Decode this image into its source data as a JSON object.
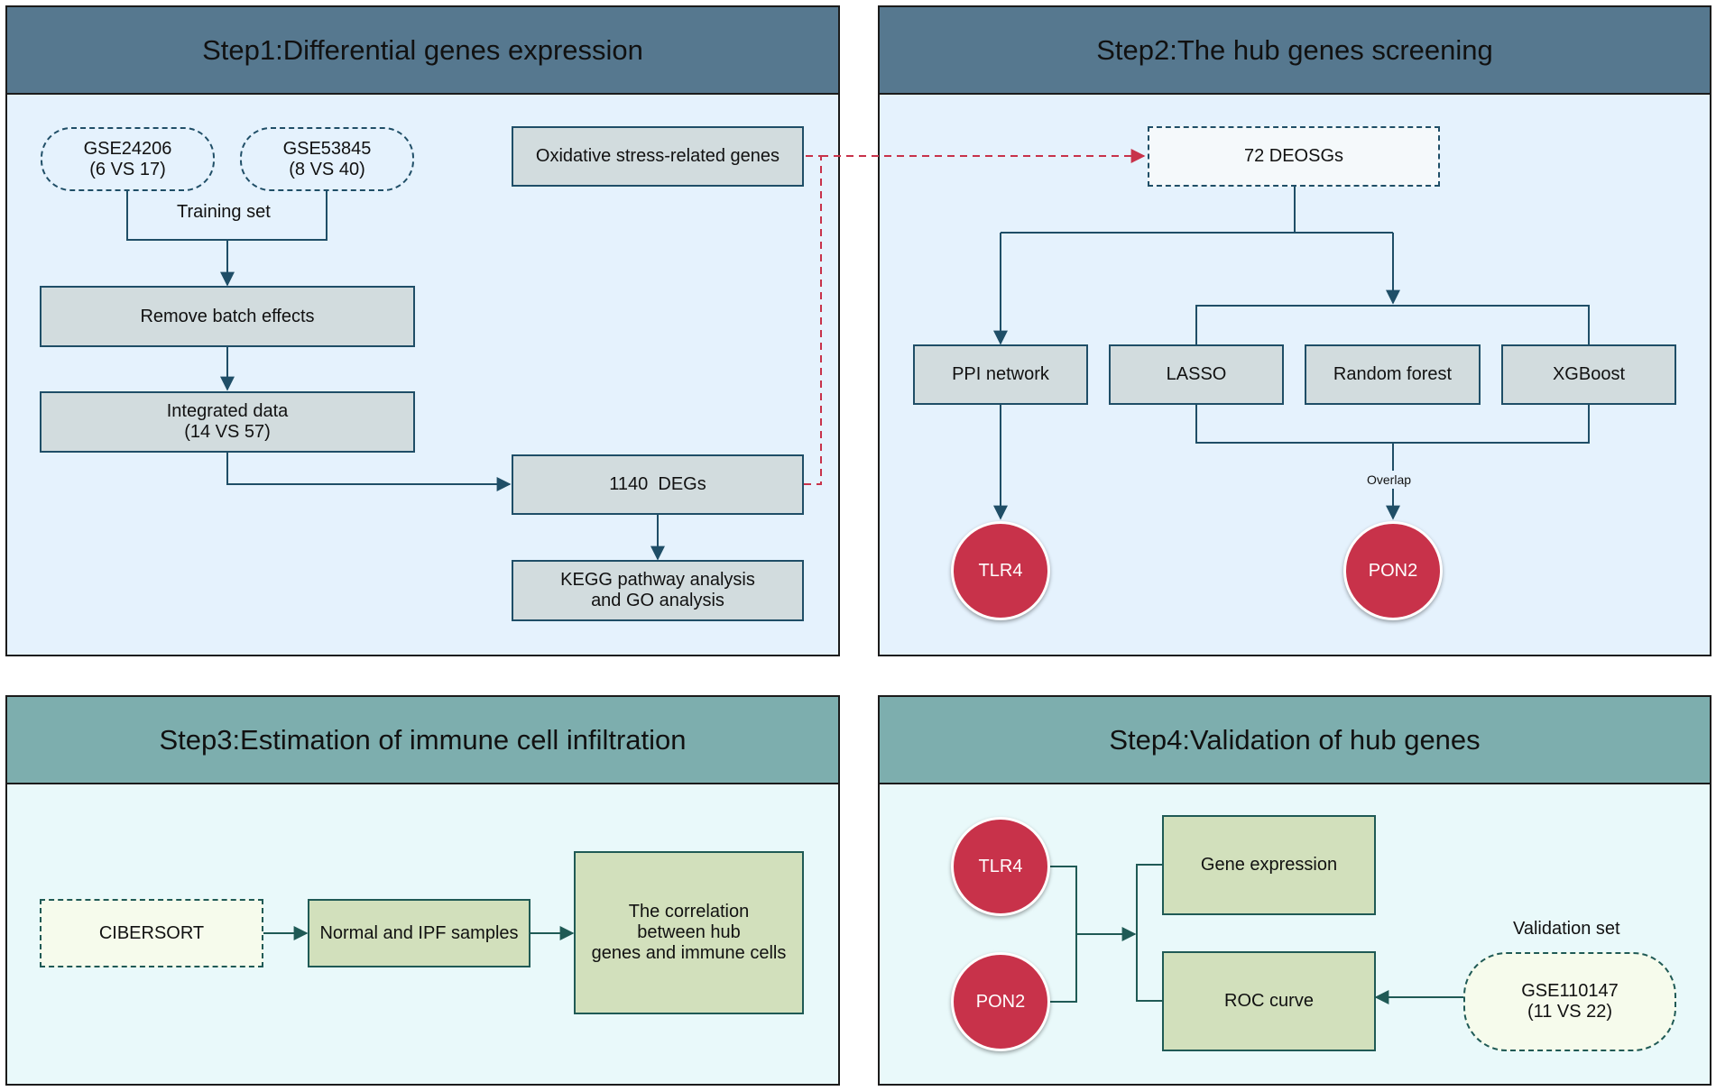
{
  "step1": {
    "title": "Step1:Differential genes expression",
    "gse1": "GSE24206\n(6 VS 17)",
    "gse2": "GSE53845\n(8 VS 40)",
    "training_label": "Training set",
    "remove_batch": "Remove batch effects",
    "integrated": "Integrated data\n(14 VS 57)",
    "oxidative": "Oxidative stress-related genes",
    "degs": "1140  DEGs",
    "kegg": "KEGG pathway analysis\nand GO analysis"
  },
  "step2": {
    "title": "Step2:The hub genes screening",
    "deosgs": "72 DEOSGs",
    "ppi": "PPI network",
    "lasso": "LASSO",
    "rf": "Random forest",
    "xgb": "XGBoost",
    "overlap": "Overlap",
    "tlr4": "TLR4",
    "pon2": "PON2"
  },
  "step3": {
    "title": "Step3:Estimation of immune cell infiltration",
    "cibersort": "CIBERSORT",
    "samples": "Normal and IPF samples",
    "correlation": "The correlation\nbetween hub\ngenes and immune cells"
  },
  "step4": {
    "title": "Step4:Validation of hub genes",
    "tlr4": "TLR4",
    "pon2": "PON2",
    "gene_expr": "Gene expression",
    "roc": "ROC curve",
    "validation_label": "Validation set",
    "gse3": "GSE110147\n(11 VS 22)"
  },
  "colors": {
    "step1_header": "#56788f",
    "step3_header": "#7daeae",
    "hub_gene": "#c8324a",
    "dashed_link": "#c8324a"
  }
}
